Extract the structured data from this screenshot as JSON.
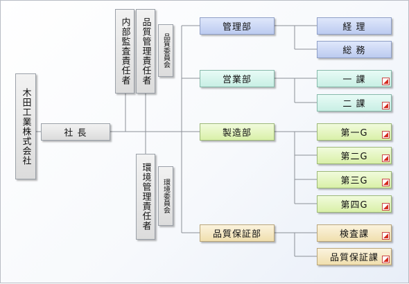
{
  "company": "木田工業株式会社",
  "president": "社 長",
  "staff": {
    "internal_audit": "内部監査責任者",
    "quality_manager": "品質管理責任者",
    "quality_committee": "品質委員会",
    "environment_manager": "環境管理責任者",
    "environment_committee": "環境委員会"
  },
  "departments": [
    {
      "name": "管理部",
      "units": [
        "経 理",
        "総 務"
      ]
    },
    {
      "name": "営業部",
      "units": [
        "一 課",
        "二 課"
      ]
    },
    {
      "name": "製造部",
      "units": [
        "第一G",
        "第二G",
        "第三G",
        "第四G"
      ]
    },
    {
      "name": "品質保証部",
      "units": [
        "検査課",
        "品質保証課"
      ]
    }
  ],
  "colors": {
    "staff": "#dcdcdc",
    "admin": "#bccbf0",
    "sales": "#c8efe4",
    "manufacturing": "#d9f0a8",
    "quality_assurance": "#f0dfae",
    "link_mark": "#d42a1e"
  },
  "link_mark_icon": "link-arrow-icon"
}
